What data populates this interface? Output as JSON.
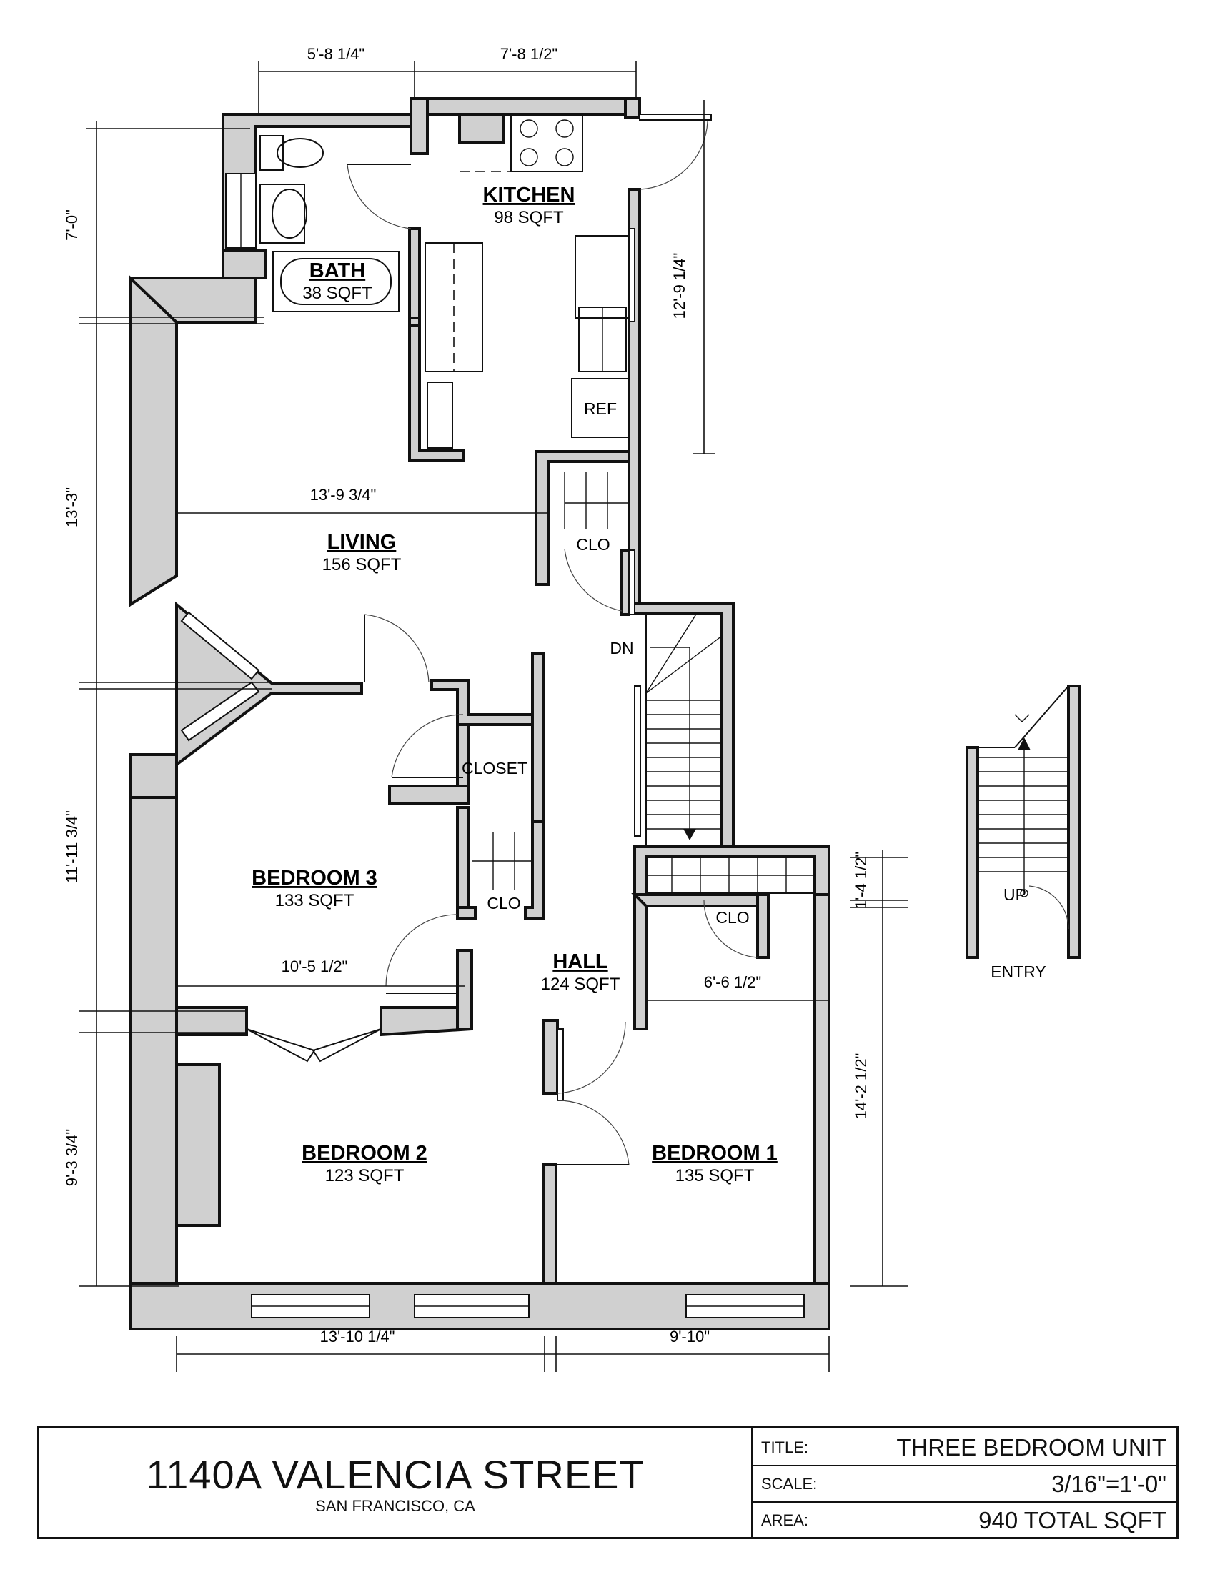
{
  "rooms": {
    "kitchen": {
      "name": "KITCHEN",
      "area": "98 SQFT"
    },
    "bath": {
      "name": "BATH",
      "area": "38 SQFT"
    },
    "living": {
      "name": "LIVING",
      "area": "156 SQFT"
    },
    "bedroom3": {
      "name": "BEDROOM 3",
      "area": "133 SQFT"
    },
    "hall": {
      "name": "HALL",
      "area": "124 SQFT"
    },
    "bedroom2": {
      "name": "BEDROOM 2",
      "area": "123 SQFT"
    },
    "bedroom1": {
      "name": "BEDROOM 1",
      "area": "135 SQFT"
    }
  },
  "labels": {
    "ref": "REF",
    "clo": "CLO",
    "closet": "CLOSET",
    "dn": "DN",
    "up": "UP",
    "entry": "ENTRY"
  },
  "dimensions": {
    "top_left": "5'-8 1/4\"",
    "top_right": "7'-8 1/2\"",
    "kitchen_height": "12'-9 1/4\"",
    "living_width": "13'-9 3/4\"",
    "left_1": "7'-0\"",
    "left_2": "13'-3\"",
    "left_3": "11'-11 3/4\"",
    "left_4": "9'-3 3/4\"",
    "bedroom3_width": "10'-5 1/2\"",
    "bedroom1_width": "6'-6 1/2\"",
    "right_small": "1'-4 1/2\"",
    "right_large": "14'-2 1/2\"",
    "bottom_left": "13'-10 1/4\"",
    "bottom_right": "9'-10\""
  },
  "title_block": {
    "address": "1140A VALENCIA STREET",
    "city": "SAN FRANCISCO, CA",
    "title_key": "TITLE:",
    "title_value": "THREE BEDROOM UNIT",
    "scale_key": "SCALE:",
    "scale_value": "3/16\"=1'-0\"",
    "area_key": "AREA:",
    "area_value": "940 TOTAL SQFT"
  }
}
